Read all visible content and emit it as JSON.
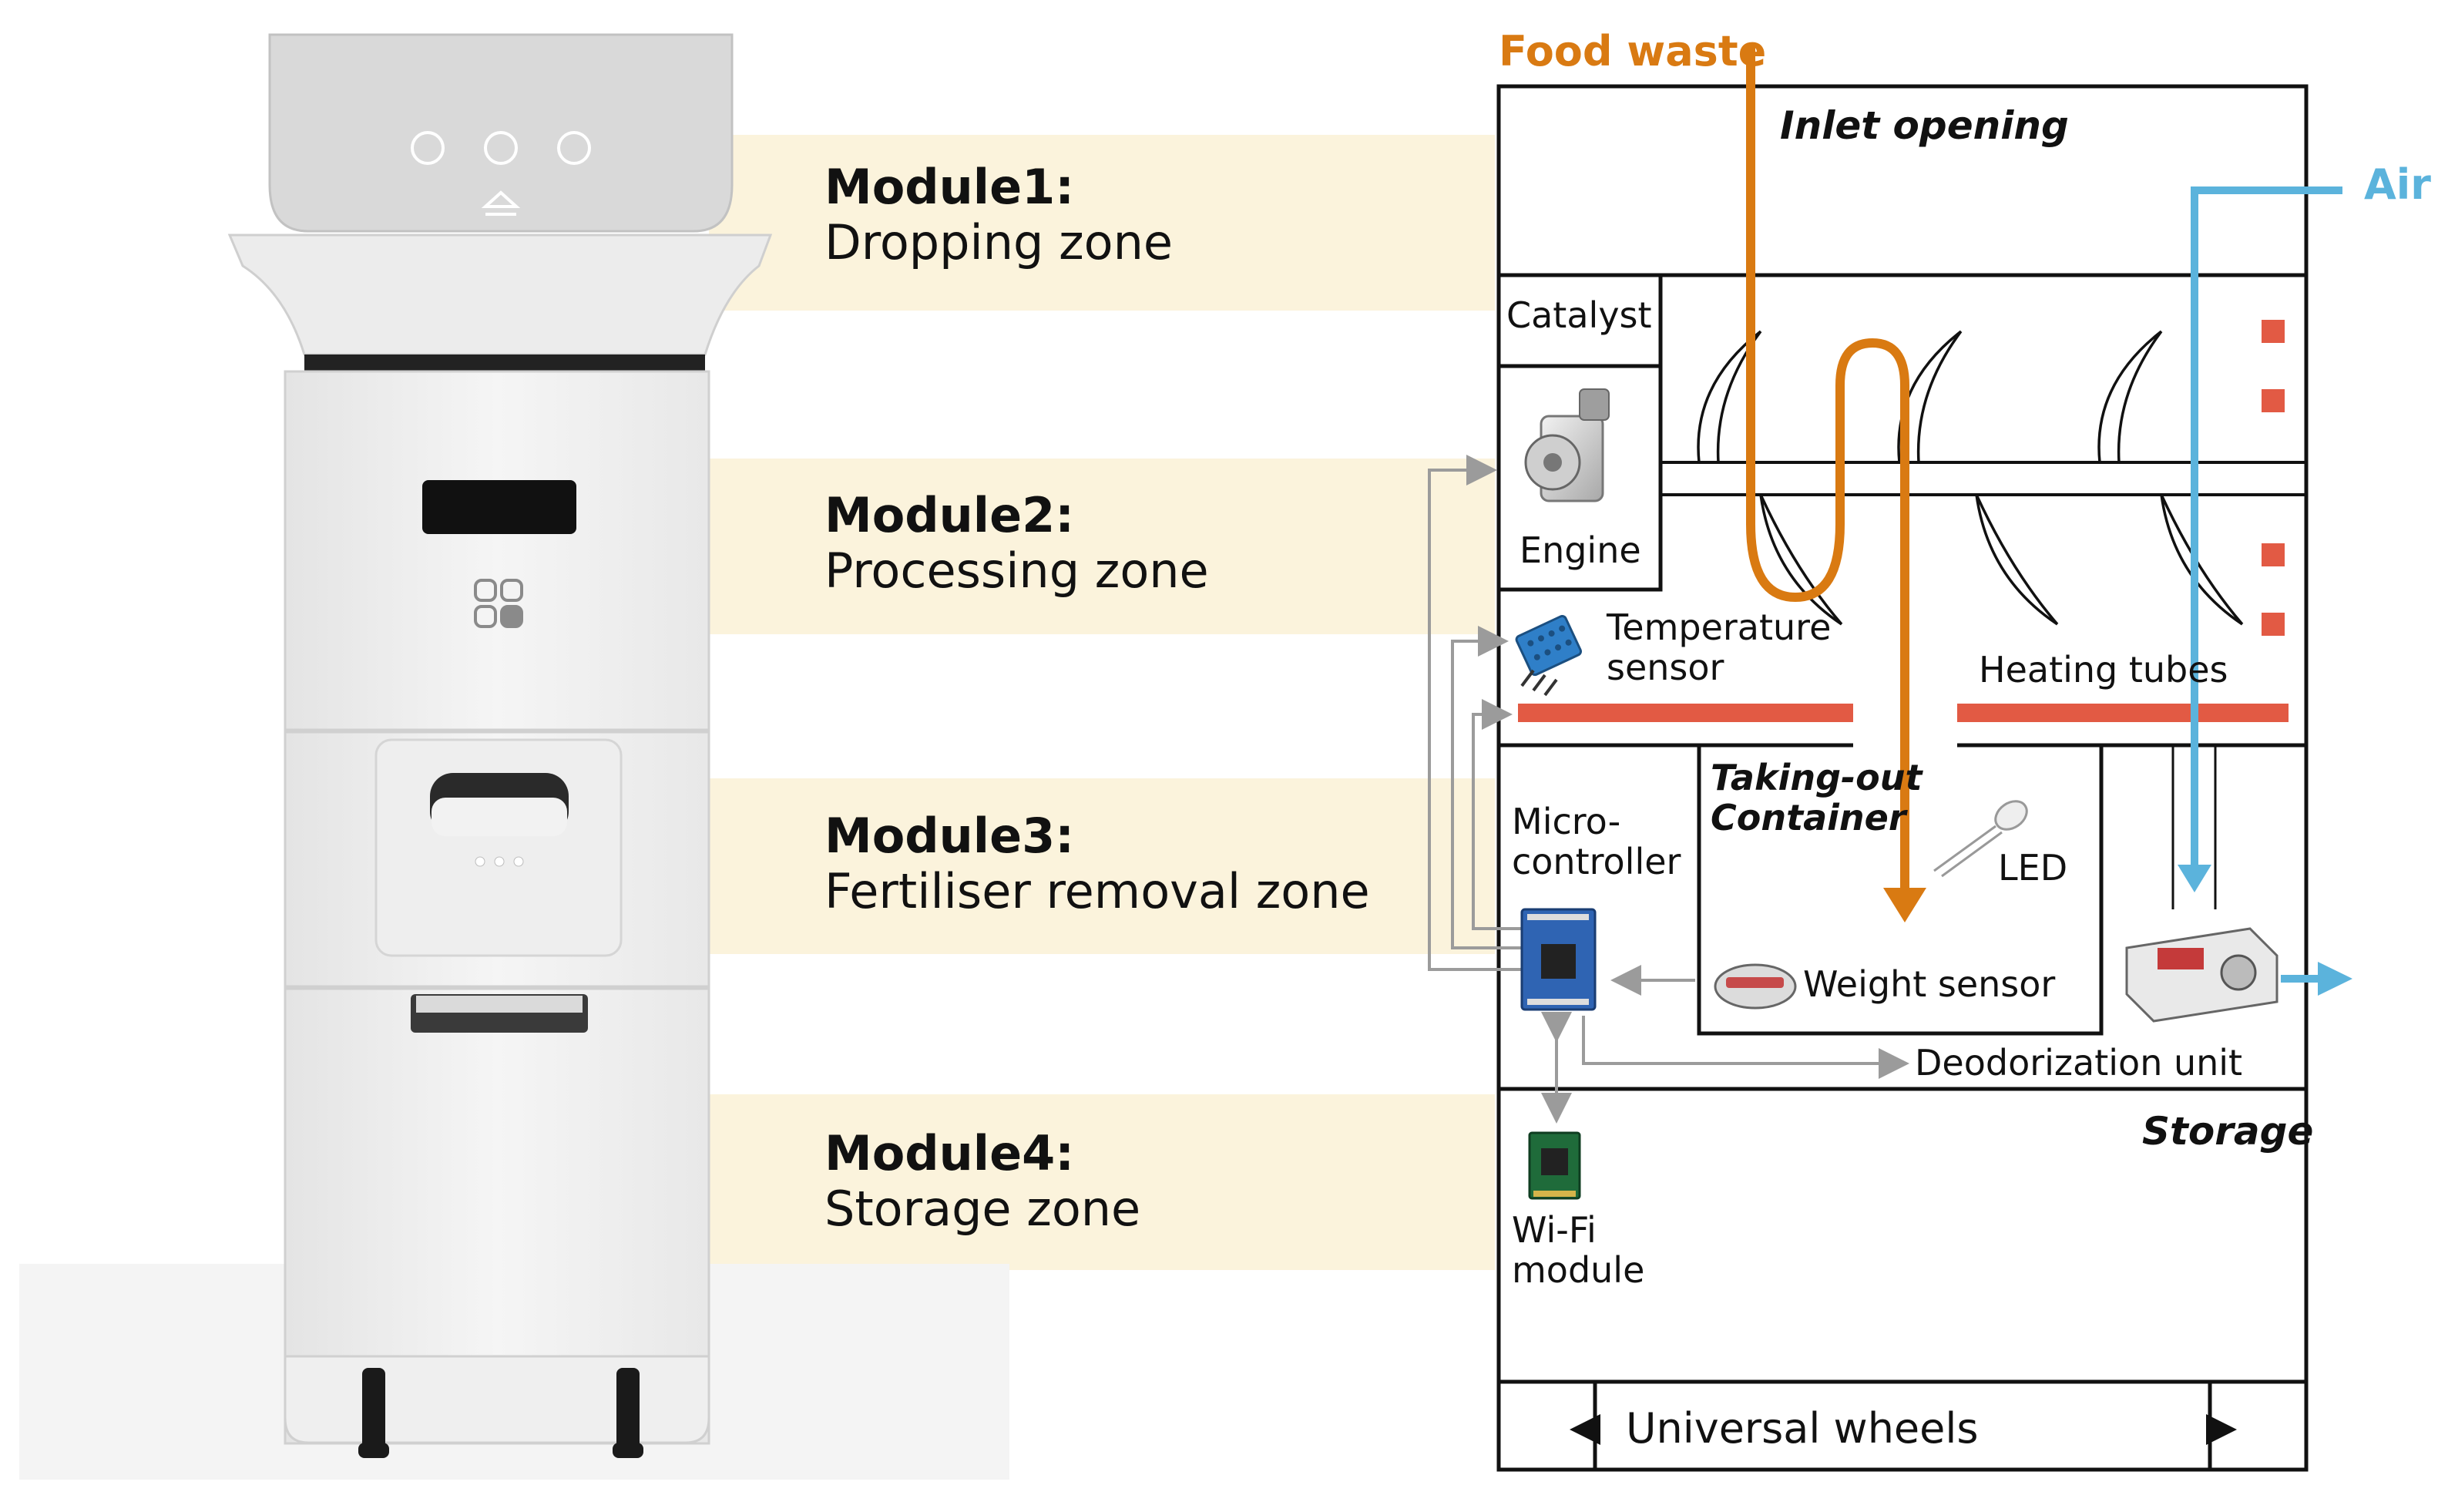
{
  "colors": {
    "food_waste": "#d97a12",
    "air": "#5bb3dc",
    "heater": "#e25a44",
    "band": "#fbf3dc",
    "line": "#111111",
    "arrow_grey": "#9b9b9b"
  },
  "modules": [
    {
      "title": "Module1:",
      "subtitle": "Dropping zone"
    },
    {
      "title": "Module2:",
      "subtitle": "Processing zone"
    },
    {
      "title": "Module3:",
      "subtitle": "Fertiliser removal zone"
    },
    {
      "title": "Module4:",
      "subtitle": "Storage zone"
    }
  ],
  "diagram": {
    "food_waste_label": "Food waste",
    "air_label": "Air",
    "inlet_opening": "Inlet opening",
    "catalyst": "Catalyst",
    "engine": "Engine",
    "temperature_sensor_line1": "Temperature",
    "temperature_sensor_line2": "sensor",
    "heating_tubes": "Heating tubes",
    "taking_out_line1": "Taking-out",
    "taking_out_line2": "Container",
    "led": "LED",
    "microcontroller_line1": "Micro-",
    "microcontroller_line2": "controller",
    "weight_sensor": "Weight sensor",
    "deodorization_unit": "Deodorization unit",
    "storage": "Storage",
    "wifi_line1": "Wi-Fi",
    "wifi_line2": "module",
    "universal_wheels": "Universal wheels"
  }
}
